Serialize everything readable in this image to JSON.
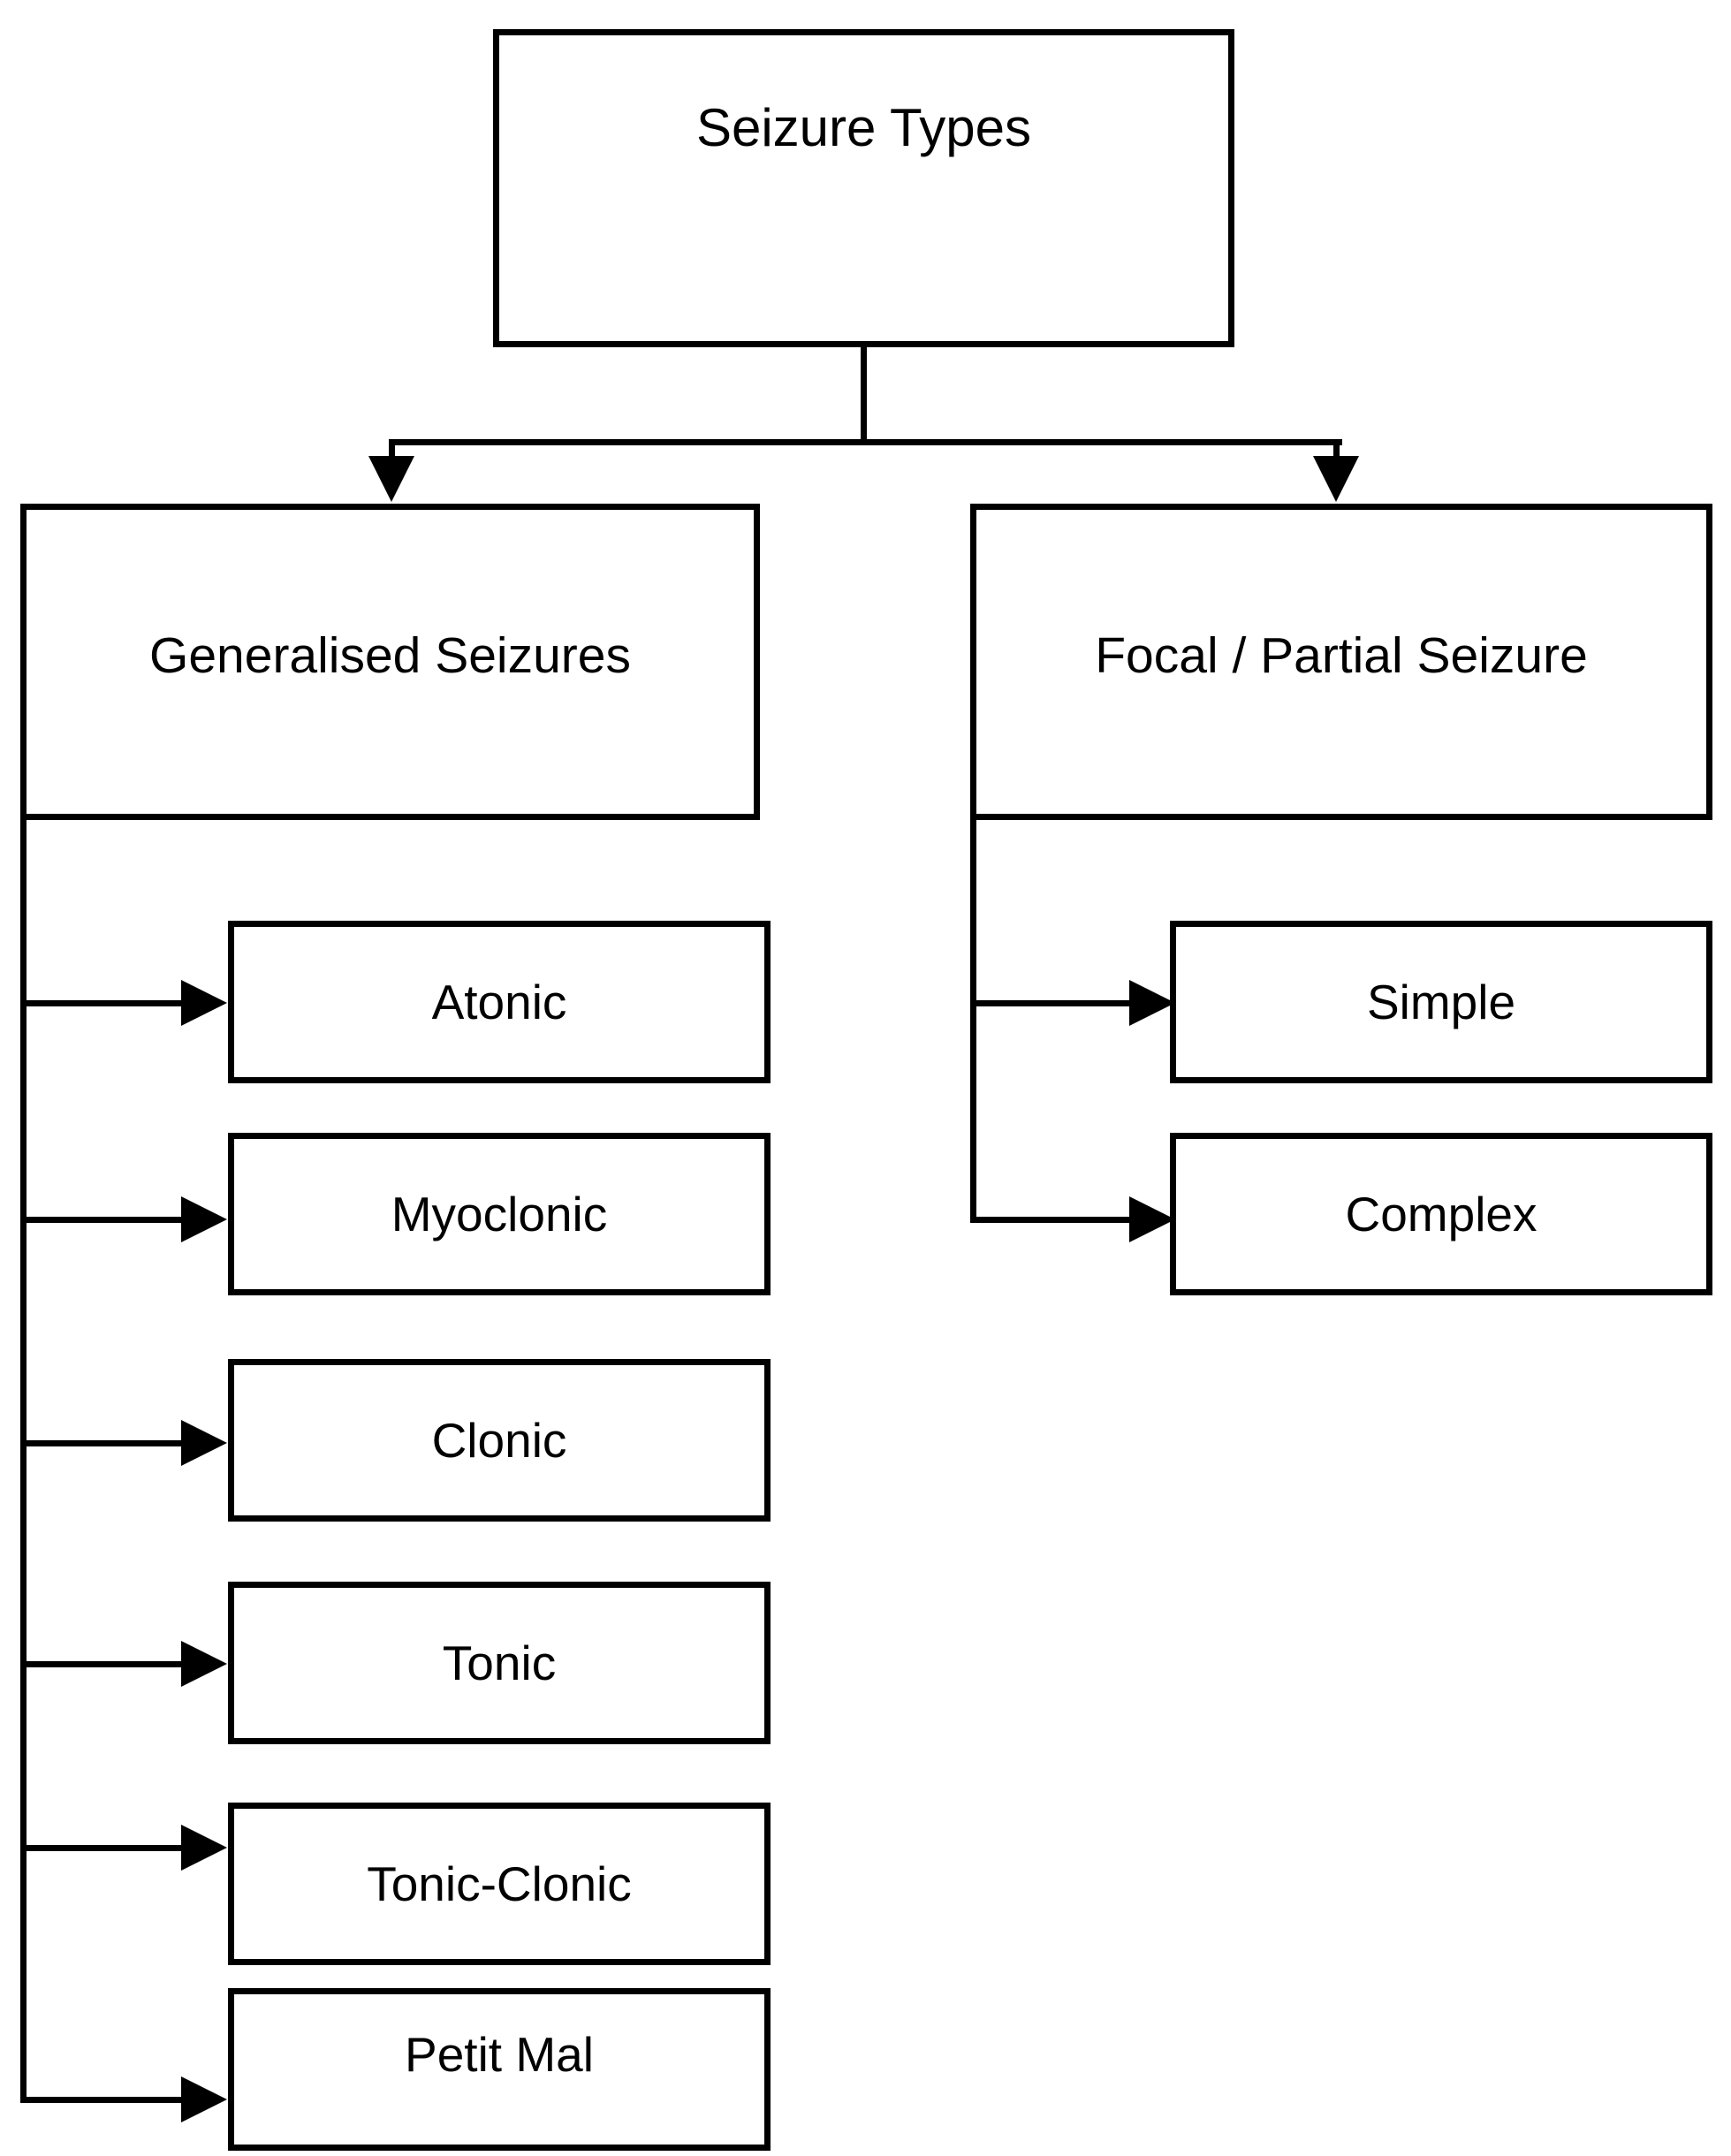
{
  "diagram": {
    "title": "Seizure Types",
    "root": {
      "label": "Seizure Types"
    },
    "branches": [
      {
        "label": "Generalised Seizures",
        "children": [
          {
            "label": "Atonic"
          },
          {
            "label": "Myoclonic"
          },
          {
            "label": "Clonic"
          },
          {
            "label": "Tonic"
          },
          {
            "label": "Tonic-Clonic"
          },
          {
            "label": "Petit Mal"
          }
        ]
      },
      {
        "label": "Focal / Partial Seizure",
        "children": [
          {
            "label": "Simple"
          },
          {
            "label": "Complex"
          }
        ]
      }
    ],
    "colors": {
      "stroke": "#000000",
      "fill": "#FFFFFF",
      "text": "#000000"
    }
  }
}
